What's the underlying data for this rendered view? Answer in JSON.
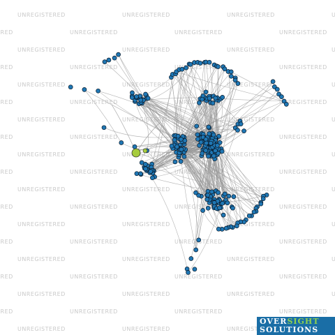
{
  "watermark": {
    "text": "UNREGISTERED",
    "color": "#c9c9c9"
  },
  "logo": {
    "line1_a": "OVER",
    "line1_b": "SIGHT",
    "line2": "SOLUTIONS",
    "bg": "#1a6ea6",
    "accent": "#8fd14f"
  },
  "network": {
    "node_color": "#1f77b4",
    "node_stroke": "#0a1a2a",
    "edge_color": "#9a9a9a",
    "focus_node_color": "#a6cc3c"
  }
}
